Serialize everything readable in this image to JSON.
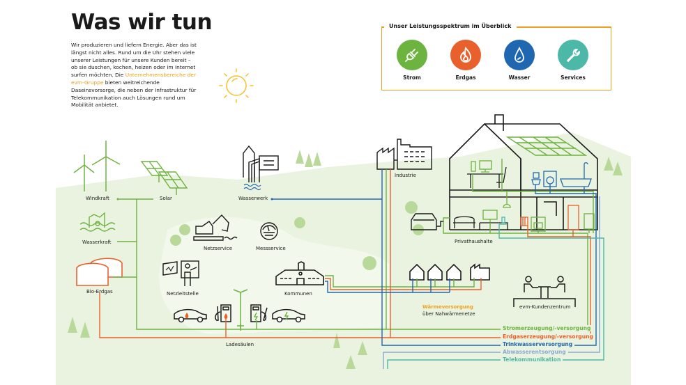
{
  "header": {
    "title": "Was wir tun",
    "intro_part1": "Wir produzieren und liefern Energie. Aber das ist längst nicht alles. Rund um die Uhr stehen viele unserer Leistungen für unsere Kunden bereit – ob sie duschen, kochen, heizen oder im Internet surfen möchten. Die ",
    "intro_highlight": "Unternehmensbereiche der evm-Gruppe",
    "intro_part2": " bieten weitreichende Daseinsvorsorge, die neben der Infrastruktur für Telekommunikation auch Lösungen rund um Mobilität anbietet."
  },
  "overview": {
    "title": "Unser Leistungsspektrum im Überblick",
    "services": [
      {
        "label": "Strom",
        "icon": "plug-icon",
        "color": "#6db33f"
      },
      {
        "label": "Erdgas",
        "icon": "flame-icon",
        "color": "#e8602c"
      },
      {
        "label": "Wasser",
        "icon": "water-drop-icon",
        "color": "#1f67b1"
      },
      {
        "label": "Services",
        "icon": "wrench-icon",
        "color": "#4cb8a8"
      }
    ]
  },
  "nodes": {
    "windkraft": "Windkraft",
    "solar": "Solar",
    "wasserwerk": "Wasserwerk",
    "industrie": "Industrie",
    "wasserkraft": "Wasserkraft",
    "netzservice": "Netzservice",
    "messservice": "Messservice",
    "privathaushalte": "Privathaushalte",
    "bio_erdgas": "Bio-Erdgas",
    "netzleitstelle": "Netzleitstelle",
    "kommunen": "Kommunen",
    "waerme_title": "Wärmeversorgung",
    "waerme_sub": "über Nahwärmenetze",
    "kundenzentrum": "evm-Kundenzentrum",
    "ladesaeulen": "Ladesäulen"
  },
  "legend": [
    {
      "label": "Stromerzeugung/-versorgung",
      "color": "#6db33f"
    },
    {
      "label": "Erdgaserzeugung/-versorgung",
      "color": "#e8602c"
    },
    {
      "label": "Trinkwasserversorgung",
      "color": "#1f67b1"
    },
    {
      "label": "Abwasserentsorgung",
      "color": "#8aa9d6"
    },
    {
      "label": "Telekommunikation",
      "color": "#4cb8a8"
    }
  ],
  "colors": {
    "background_green": "#eaf3df",
    "tree_green": "#b8d99a",
    "accent_orange": "#f0a020",
    "sun_yellow": "#f5c02a"
  }
}
